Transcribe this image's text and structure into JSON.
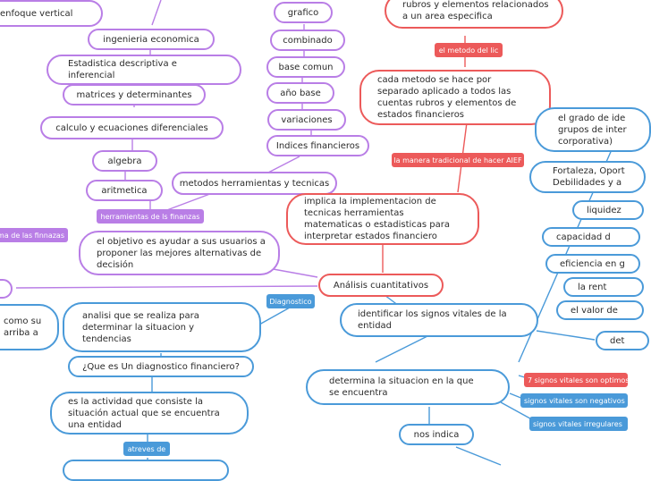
{
  "colors": {
    "purple": "#b97ee6",
    "red": "#ec5a5a",
    "blue": "#4a9ad9"
  },
  "nodes": {
    "enfoque_vertical": "enfoque vertical",
    "ingenieria_economica": "ingenieria economica",
    "estadistica": "Estadistica descriptiva e inferencial",
    "matrices": "matrices y determinantes",
    "calculo": "calculo y ecuaciones diferenciales",
    "algebra": "algebra",
    "aritmetica": "aritmetica",
    "grafico": "grafico",
    "combinado": "combinado",
    "base_comun": "base comun",
    "ano_base": "año base",
    "variaciones": "variaciones",
    "indices": "Indices financieros",
    "metodos": "metodos herramientas y tecnicas",
    "objetivo": "el objetivo es ayudar a sus usuarios a proponer las mejores alternativas de decisión",
    "analisis_cuantitativos": "Análisis cuantitativos",
    "implica": "implica la implementacion de tecnicas herramientas matematicas o estadisticas para interpretar estados financiero",
    "cada_metodo": "cada metodo se hace por separado aplicado a todos las cuentas rubros y elementos de estados financieros",
    "rubros": "rubros y elementos relacionados a un area especifica",
    "como_su": "como su\narriba a",
    "analisi": "analisi que se realiza para determinar la situacion y tendencias",
    "que_es": "¿Que es Un diagnostico financiero?",
    "es_la_actividad": "es la actividad que consiste la situación actual que se encuentra una entidad",
    "identificar": "identificar los signos vitales de la entidad",
    "determina": "determina la situacion en la que se encuentra",
    "nos_indica": "nos indica",
    "grado": "el grado de ide\ngrupos de inter\ncorporativa)",
    "fortaleza": "Fortaleza, Oport\nDebilidades y a",
    "liquidez": "liquidez",
    "capacidad": "capacidad d",
    "eficiencia": "eficiencia en g",
    "renta": "la rent",
    "valor": "el valor de",
    "det": "det"
  },
  "tags": {
    "herramientas": "herramientas de ls finanzas",
    "finnazas": "ma de las finnazas",
    "metodo_lic": "el metodo del lic",
    "manera_tradicional": "la manera tradicional de hacer AIEF",
    "diagnostico": "Diagnostico",
    "atreves": "atreves de",
    "signos_optimos": "7 signos vitales son optimos",
    "signos_negativos": "signos vitales son negativos",
    "signos_irregulares": "signos vitales irregulares"
  }
}
